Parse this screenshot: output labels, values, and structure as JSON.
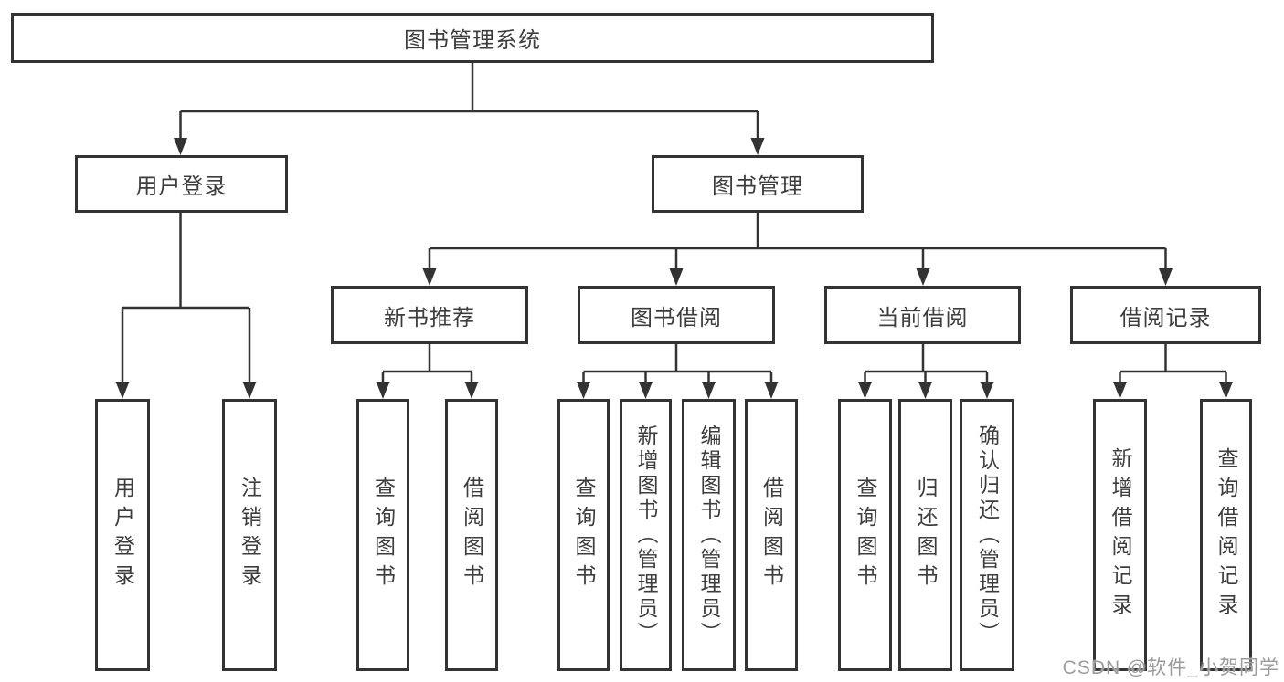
{
  "diagram": {
    "root": {
      "label": "图书管理系统"
    },
    "branches": {
      "user_login": {
        "label": "用户登录"
      },
      "book_mgmt": {
        "label": "图书管理"
      }
    },
    "modules": {
      "new_book_rec": {
        "label": "新书推荐"
      },
      "book_borrow": {
        "label": "图书借阅"
      },
      "current_borrow": {
        "label": "当前借阅"
      },
      "borrow_records": {
        "label": "借阅记录"
      }
    },
    "leaves": {
      "user_login": [
        "用户登录",
        "注销登录"
      ],
      "new_book_rec": [
        "查询图书",
        "借阅图书"
      ],
      "book_borrow": [
        "查询图书",
        "新增图书（管理员）",
        "编辑图书（管理员）",
        "借阅图书"
      ],
      "current_borrow": [
        "查询图书",
        "归还图书",
        "确认归还（管理员）"
      ],
      "borrow_records": [
        "新增借阅记录",
        "查询借阅记录"
      ]
    }
  },
  "watermark": {
    "text": "CSDN @软件_小贺同学"
  },
  "colors": {
    "line": "#333333",
    "text": "#3d3d3d",
    "watermark": "#9c9c9c",
    "background": "#ffffff"
  }
}
